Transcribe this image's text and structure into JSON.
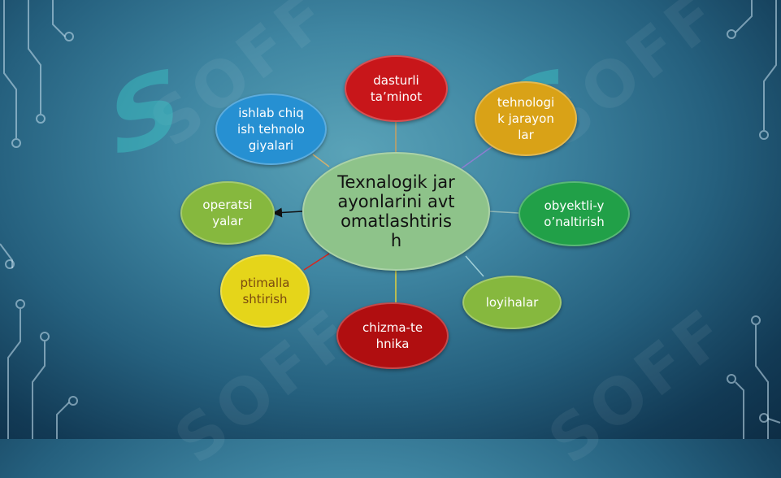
{
  "center": {
    "label": "Texnalogik jarayonlarini avtomatlashtirish",
    "color": "#8ec38a"
  },
  "nodes": {
    "dasturli": {
      "label": "dasturli ta’minot",
      "color": "#c8161a"
    },
    "tehnologik": {
      "label": "tehnologik jarayonlar",
      "color": "#d9a217"
    },
    "obyektli": {
      "label": "obyektli-yo’naltirish",
      "color": "#21a048"
    },
    "loyihalar": {
      "label": "loyihalar",
      "color": "#86b83e"
    },
    "chizma": {
      "label": "chizma-tehnika",
      "color": "#b00e10"
    },
    "optimal": {
      "label": "ptimallashtirish",
      "color": "#e5d51a"
    },
    "operatsiyalar": {
      "label": "operatsiyalar",
      "color": "#86b83e"
    },
    "ishlab": {
      "label": "ishlab chiqish tehnologiyalari",
      "color": "#2690d2"
    }
  },
  "watermark": {
    "text": "SOFF",
    "s_logo": "S"
  }
}
